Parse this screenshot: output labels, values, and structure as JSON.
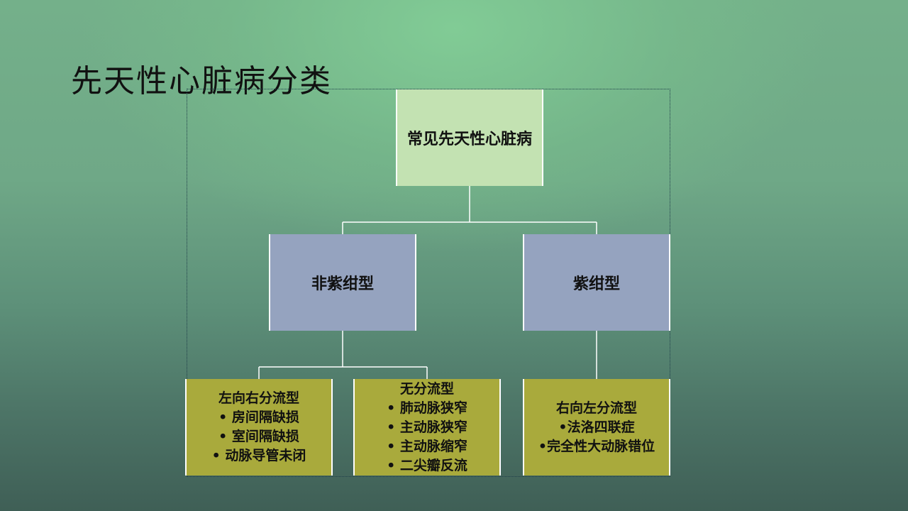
{
  "slide": {
    "title": "先天性心脏病分类"
  },
  "diagram": {
    "root": "常见先天性心脏病",
    "branches": [
      {
        "label": "非紫绀型",
        "children": [
          {
            "heading": "左向右分流型",
            "items": [
              "• 房间隔缺损",
              "• 室间隔缺损",
              "• 动脉导管未闭"
            ]
          },
          {
            "heading": "无分流型",
            "items": [
              "• 肺动脉狭窄",
              "• 主动脉狭窄",
              "• 主动脉缩窄",
              "• 二尖瓣反流"
            ]
          }
        ]
      },
      {
        "label": "紫绀型",
        "children": [
          {
            "heading": "右向左分流型",
            "items": [
              "•法洛四联症",
              "•完全性大动脉错位"
            ]
          }
        ]
      }
    ]
  },
  "colors": {
    "root_fill": "#c3e2b2",
    "branch_fill": "#95a3bf",
    "leaf_fill": "#a9aa3c",
    "connector": "#ffffff"
  }
}
